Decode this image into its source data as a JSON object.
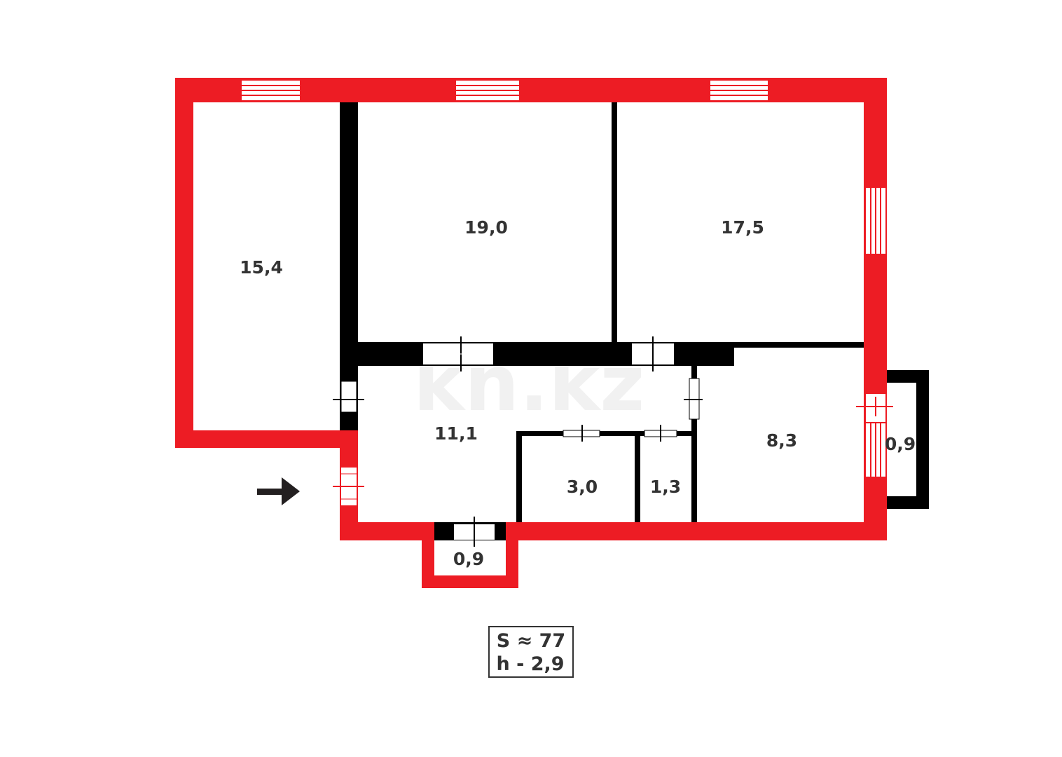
{
  "colors": {
    "exterior_wall": "#ed1c24",
    "interior_wall": "#000000",
    "background": "#ffffff",
    "text": "#333333",
    "watermark": "#f1f1f1"
  },
  "watermark": "kn.kz",
  "rooms": {
    "room_left": "15,4",
    "room_top_middle": "19,0",
    "room_top_right": "17,5",
    "hall": "11,1",
    "kitchen": "8,3",
    "bathroom": "3,0",
    "toilet": "1,3",
    "balcony_right": "0,9",
    "storage_bottom": "0,9"
  },
  "entrance_icon": "arrow-right-icon",
  "info_box": {
    "area": "S ≈ 77",
    "height": "h - 2,9"
  }
}
